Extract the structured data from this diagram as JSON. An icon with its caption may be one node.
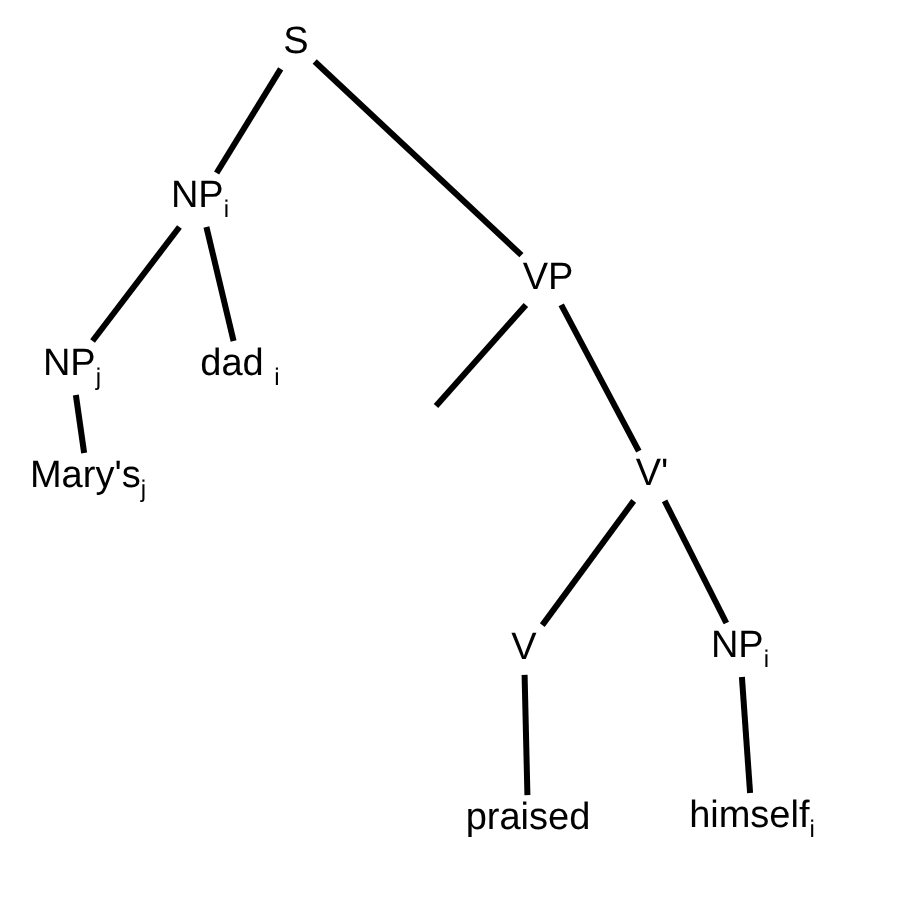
{
  "diagram": {
    "nodes": [
      {
        "text": [
          "S"
        ]
      },
      {
        "text": [
          "NP$_{i}$"
        ]
      },
      {
        "text": [
          "VP"
        ]
      },
      {
        "text": [
          "NP$_{j}$"
        ]
      },
      {
        "text": [
          "dad $_{i}$"
        ]
      },
      {
        "text": [
          "Mary's$_{j}$"
        ]
      },
      {
        "text": [
          "V'"
        ]
      },
      {
        "text": [
          "V"
        ]
      },
      {
        "text": [
          "NP$_{i}$"
        ]
      },
      {
        "text": [
          "praised"
        ]
      },
      {
        "text": [
          "himself$_{i}$"
        ]
      }
    ],
    "edges": [
      {
        "from": 0,
        "to": 1,
        "arrow": "none"
      },
      {
        "from": 0,
        "to": 2,
        "arrow": "none"
      },
      {
        "from": 1,
        "to": 3,
        "arrow": "none"
      },
      {
        "from": 1,
        "to": 4,
        "arrow": "none"
      },
      {
        "from": 3,
        "to": 5,
        "arrow": "none"
      },
      {
        "from": 2,
        "to": null,
        "arrow": "none"
      },
      {
        "from": 2,
        "to": 6,
        "arrow": "none"
      },
      {
        "from": 6,
        "to": 7,
        "arrow": "none"
      },
      {
        "from": 6,
        "to": 8,
        "arrow": "none"
      },
      {
        "from": 7,
        "to": 9,
        "arrow": "none"
      },
      {
        "from": 8,
        "to": 10,
        "arrow": "none"
      }
    ]
  }
}
